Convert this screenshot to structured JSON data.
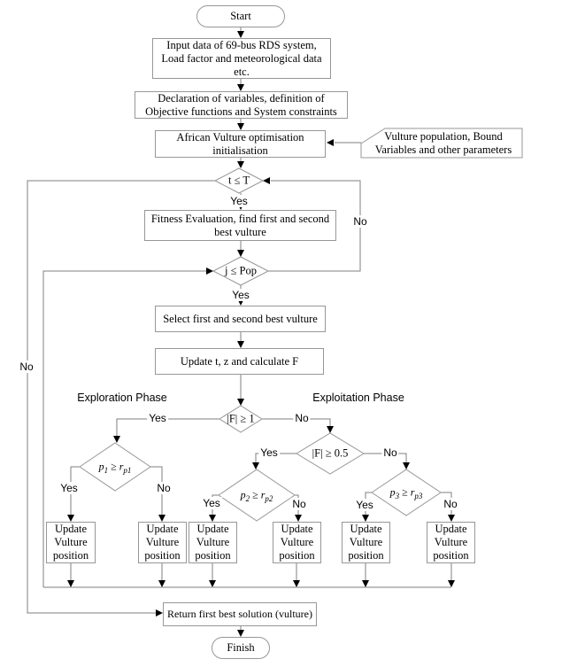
{
  "colors": {
    "connector_line": "#7f7f7f",
    "shape_border": "#979797",
    "arrowhead": "#000000",
    "text": "#000000",
    "background": "#ffffff"
  },
  "flowchart": {
    "start": "Start",
    "input_data": "Input data of 69-bus RDS system, Load factor and meteorological data etc.",
    "declaration": "Declaration of variables, definition of Objective functions and System constraints",
    "avo_init": "African Vulture optimisation initialisation",
    "vulture_params": "Vulture population, Bound Variables and other parameters",
    "cond_t": "t ≤ T",
    "fitness": "Fitness Evaluation, find first and second best vulture",
    "cond_j": "j ≤ Pop",
    "select_best": "Select first and second best vulture",
    "update_tzf": "Update t, z and calculate F",
    "exploration_label": "Exploration Phase",
    "exploitation_label": "Exploitation Phase",
    "cond_f1": "|F| ≥ 1",
    "cond_f05": "|F| ≥ 0.5",
    "p1": {
      "lhs": "p",
      "lhs_sub": "1",
      "op": "≥",
      "rhs": "r",
      "rhs_sub": "p1"
    },
    "p2": {
      "lhs": "p",
      "lhs_sub": "2",
      "op": "≥",
      "rhs": "r",
      "rhs_sub": "p2"
    },
    "p3": {
      "lhs": "p",
      "lhs_sub": "3",
      "op": "≥",
      "rhs": "r",
      "rhs_sub": "p3"
    },
    "update_position": "Update Vulture position",
    "return_best": "Return first best solution (vulture)",
    "finish": "Finish",
    "yes": "Yes",
    "no": "No"
  }
}
